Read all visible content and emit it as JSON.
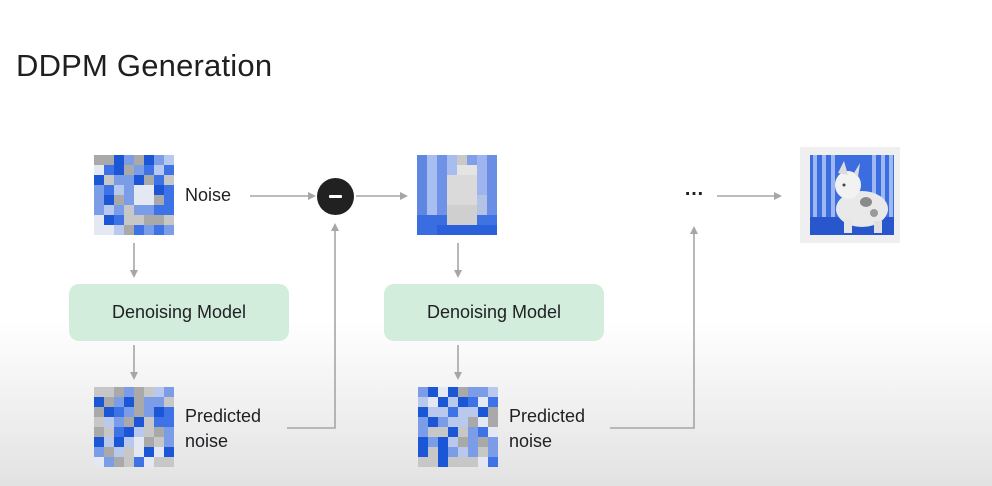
{
  "title": "DDPM Generation",
  "labels": {
    "noise": "Noise",
    "predicted_noise_1": "Predicted\nnoise",
    "predicted_noise_2": "Predicted\nnoise"
  },
  "models": {
    "model_1": "Denoising Model",
    "model_2": "Denoising Model"
  },
  "ellipsis": "…",
  "colors": {
    "model_fill": "#d3eddc",
    "arrow": "#a6a6a6",
    "noise_palette": [
      "#1a56d6",
      "#3d73e6",
      "#7b9de8",
      "#b9c9ee",
      "#e3e8f3",
      "#c7c7c7",
      "#a9a9a9"
    ]
  },
  "icons": {
    "minus": "minus-circle-icon"
  }
}
